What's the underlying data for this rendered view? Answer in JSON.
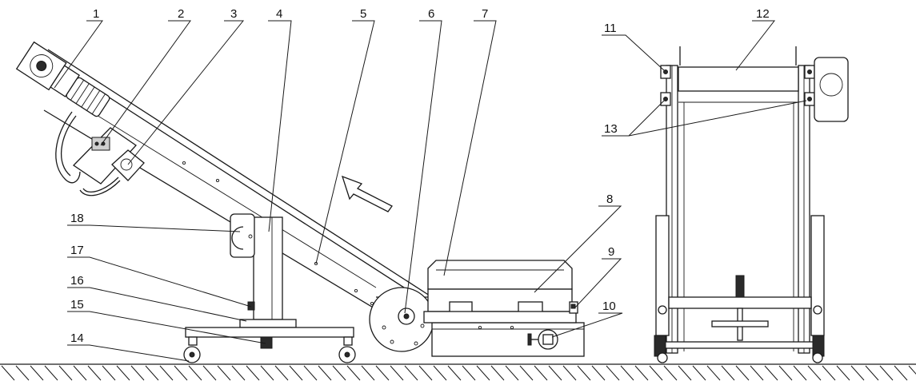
{
  "callouts": [
    {
      "id": "1",
      "label": "1"
    },
    {
      "id": "2",
      "label": "2"
    },
    {
      "id": "3",
      "label": "3"
    },
    {
      "id": "4",
      "label": "4"
    },
    {
      "id": "5",
      "label": "5"
    },
    {
      "id": "6",
      "label": "6"
    },
    {
      "id": "7",
      "label": "7"
    },
    {
      "id": "8",
      "label": "8"
    },
    {
      "id": "9",
      "label": "9"
    },
    {
      "id": "10",
      "label": "10"
    },
    {
      "id": "11",
      "label": "11"
    },
    {
      "id": "12",
      "label": "12"
    },
    {
      "id": "13",
      "label": "13"
    },
    {
      "id": "14",
      "label": "14"
    },
    {
      "id": "15",
      "label": "15"
    },
    {
      "id": "16",
      "label": "16"
    },
    {
      "id": "17",
      "label": "17"
    },
    {
      "id": "18",
      "label": "18"
    }
  ],
  "colors": {
    "line": "#1a1a1a",
    "background": "#ffffff"
  },
  "icons": {
    "direction_arrow": "flow-direction-arrow-icon"
  }
}
